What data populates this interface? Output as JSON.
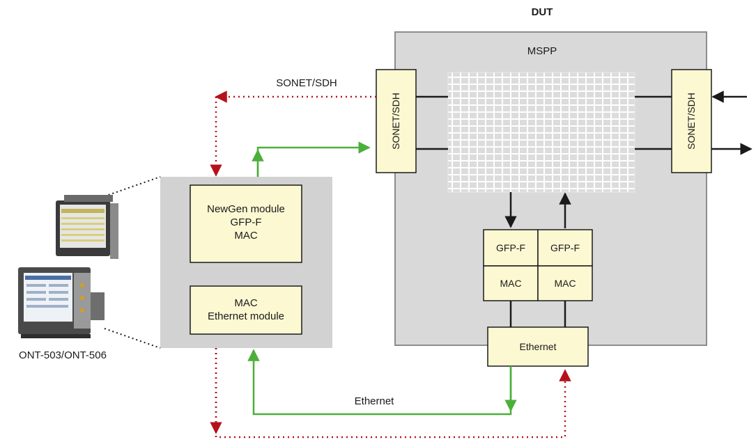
{
  "title": "DUT",
  "dut": {
    "label": "MSPP",
    "left_port": "SONET/SDH",
    "right_port": "SONET/SDH",
    "mapper_left": {
      "top": "GFP-F",
      "bottom": "MAC"
    },
    "mapper_right": {
      "top": "GFP-F",
      "bottom": "MAC"
    },
    "ethernet": "Ethernet"
  },
  "tester": {
    "newgen": [
      "NewGen module",
      "GFP-F",
      "MAC"
    ],
    "ethernet_module": [
      "MAC",
      "Ethernet module"
    ],
    "device_caption": "ONT-503/ONT-506"
  },
  "links": {
    "sonet": "SONET/SDH",
    "ethernet": "Ethernet"
  },
  "colors": {
    "dut_fill": "#d9d9d9",
    "dut_border": "#8c8c8c",
    "module_fill": "#fcf8d2",
    "tester_fill": "#d2d2d2",
    "green_link": "#4caf3a",
    "red_link": "#b5121b",
    "black_link": "#1a1a1a"
  }
}
